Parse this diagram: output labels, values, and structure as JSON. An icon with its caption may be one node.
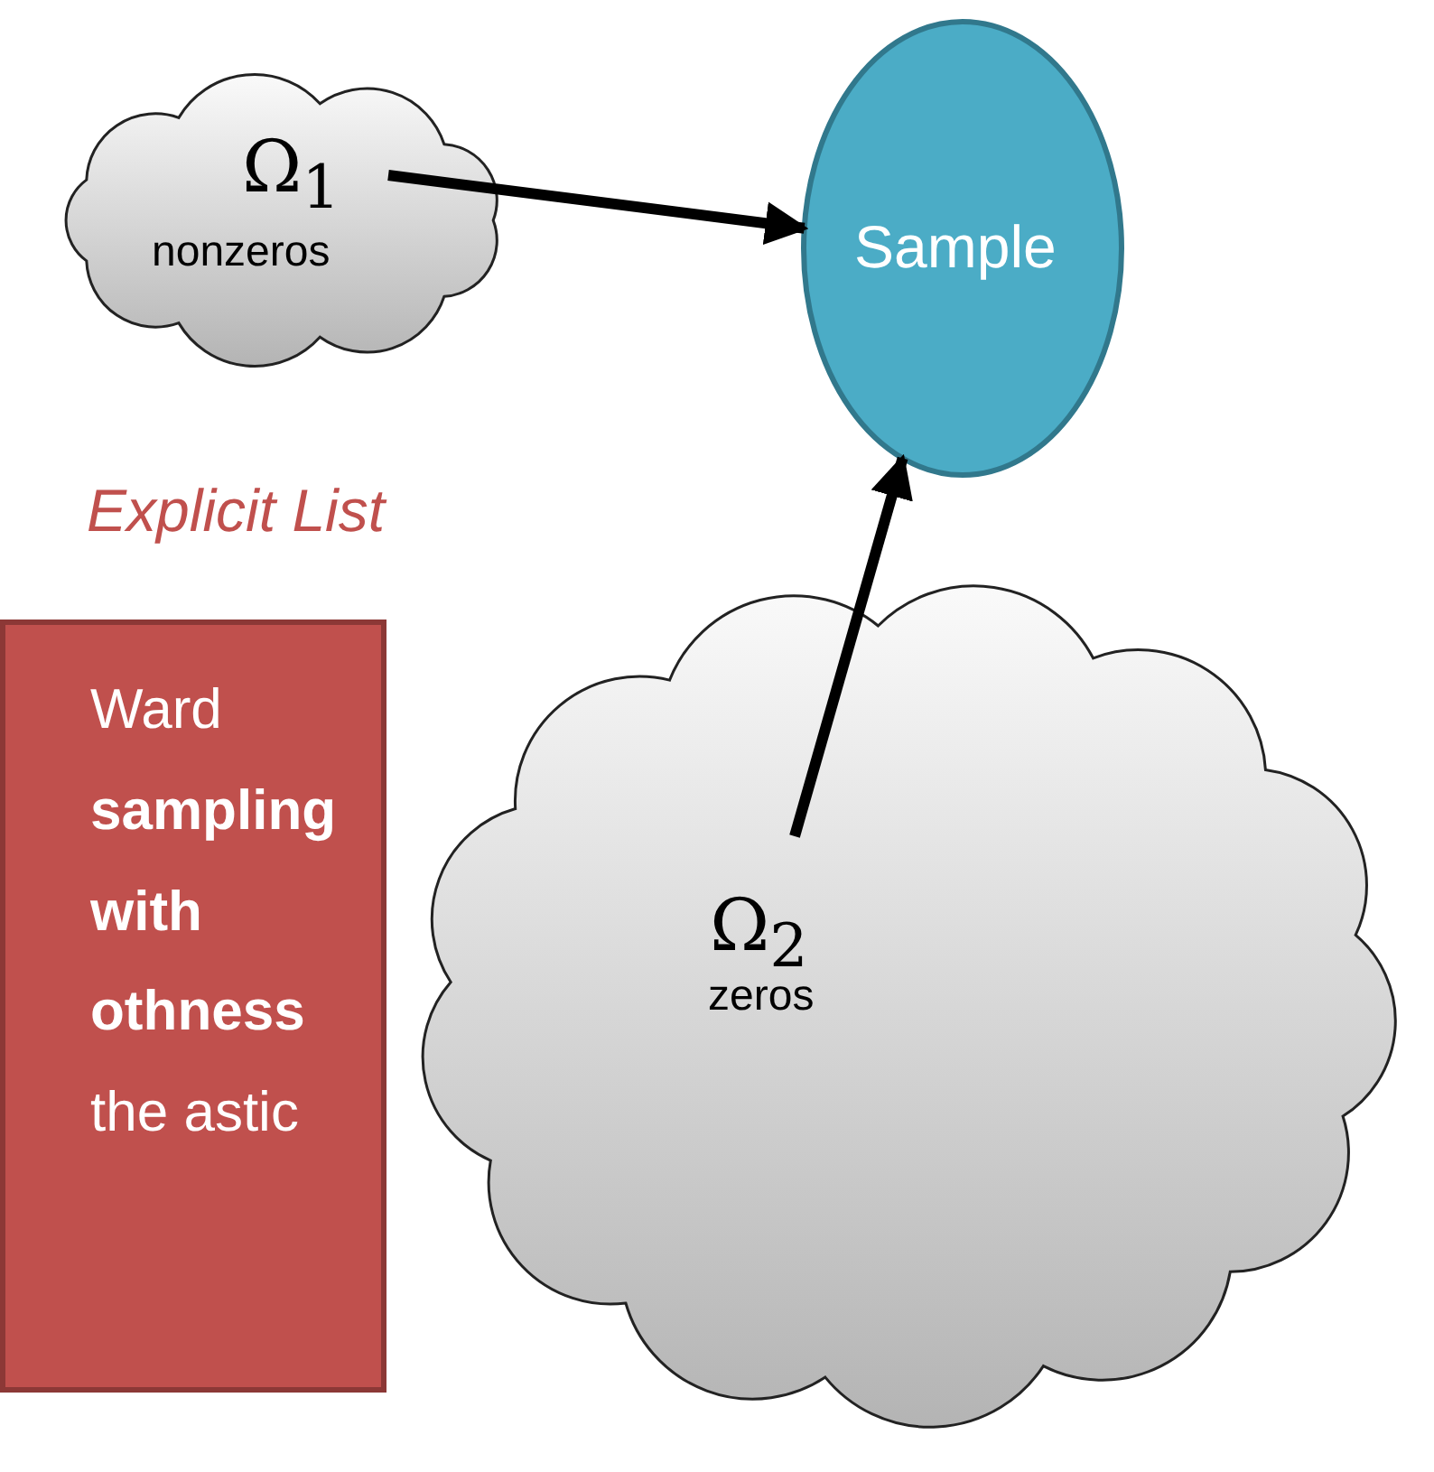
{
  "diagram": {
    "nodes": [
      {
        "text": [
          "Ω$_{1}$",
          "nonzeros"
        ]
      },
      {
        "text": [
          "Sample"
        ]
      },
      {
        "text": [
          "Ω$_{2}$",
          "zeros"
        ]
      },
      {
        "text": [
          "Ward **sampling with othness** the astic"
        ]
      }
    ],
    "edges": [
      {
        "from": 0,
        "to": 1,
        "arrow": "to"
      },
      {
        "from": 2,
        "to": 1,
        "arrow": "to"
      }
    ],
    "labels": [
      "Explicit List"
    ]
  }
}
